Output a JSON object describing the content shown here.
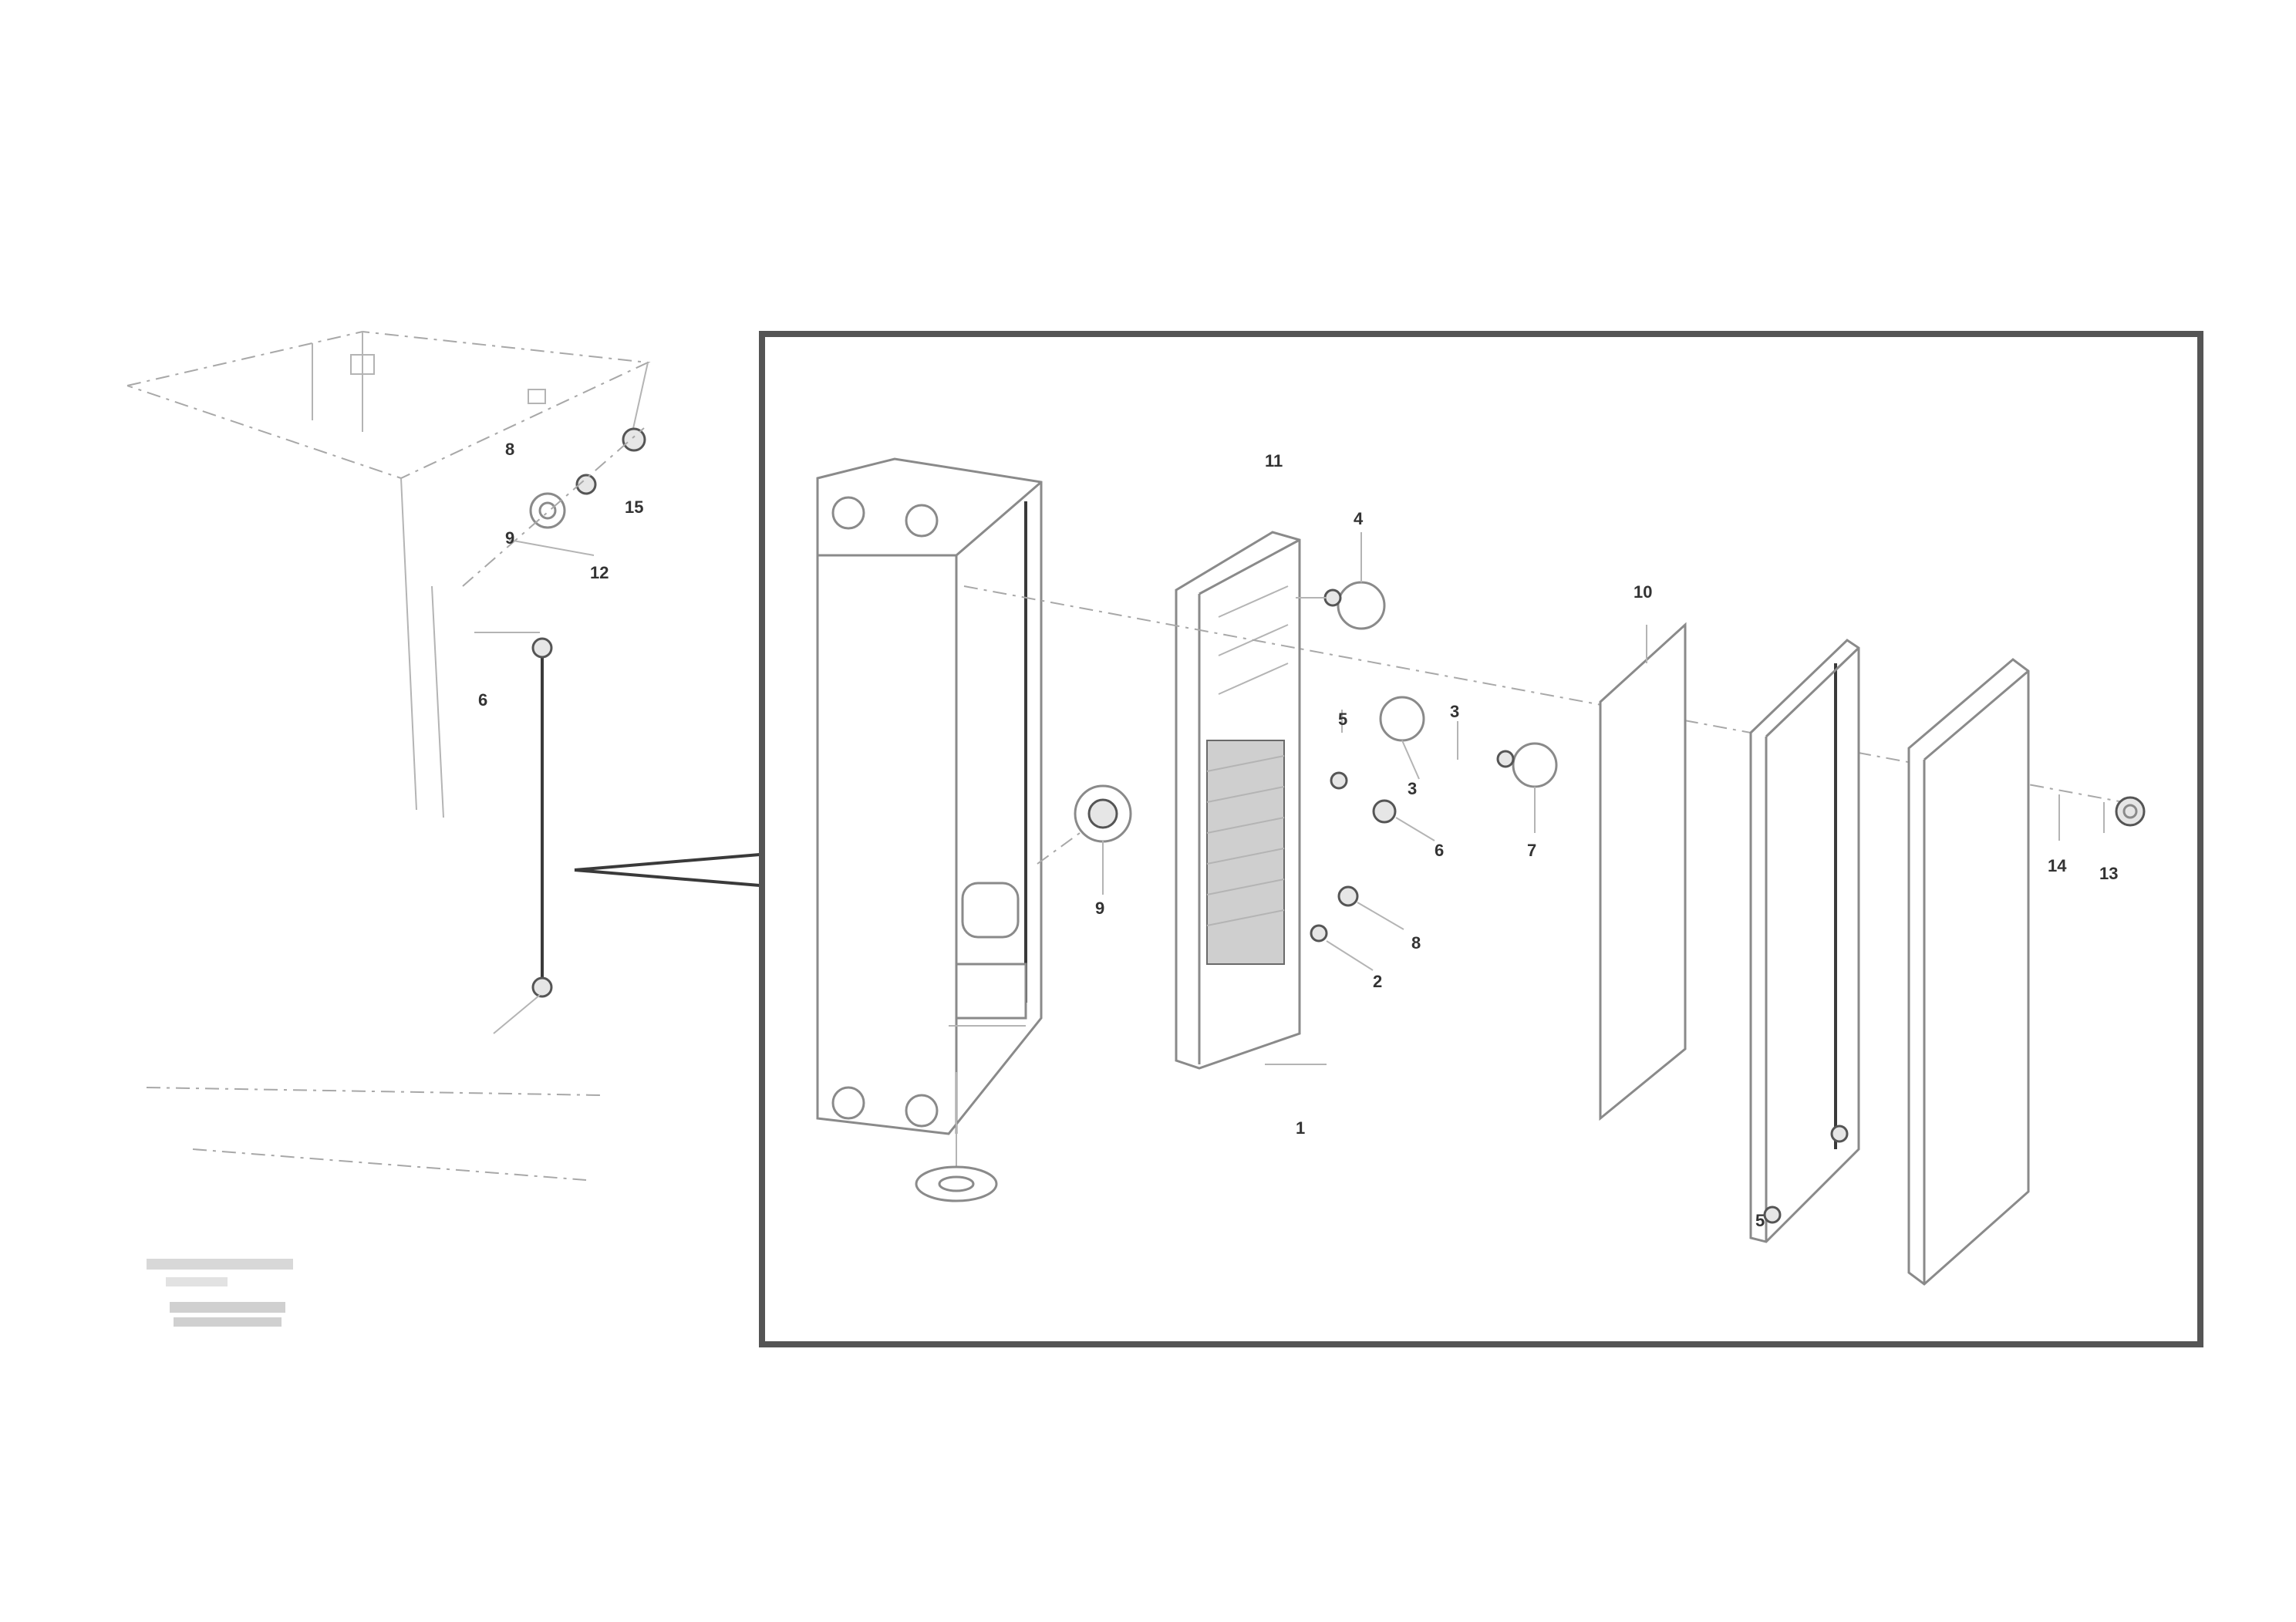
{
  "drawing_id": "",
  "caption_lines": [],
  "callouts": {
    "c1": "11",
    "c2": "4",
    "c3": "10",
    "c4": "5",
    "c5": "3",
    "c6": "3",
    "c7": "6",
    "c8": "7",
    "c9": "8",
    "c10": "2",
    "c11": "9",
    "c12": "1",
    "c13": "14",
    "c14": "13",
    "c15": "15",
    "c16": "12",
    "c17": "8",
    "c18": "9",
    "c19": "6",
    "c20": "5"
  },
  "colors": {
    "frame": "#555555",
    "lines": "#8a8a8a"
  }
}
